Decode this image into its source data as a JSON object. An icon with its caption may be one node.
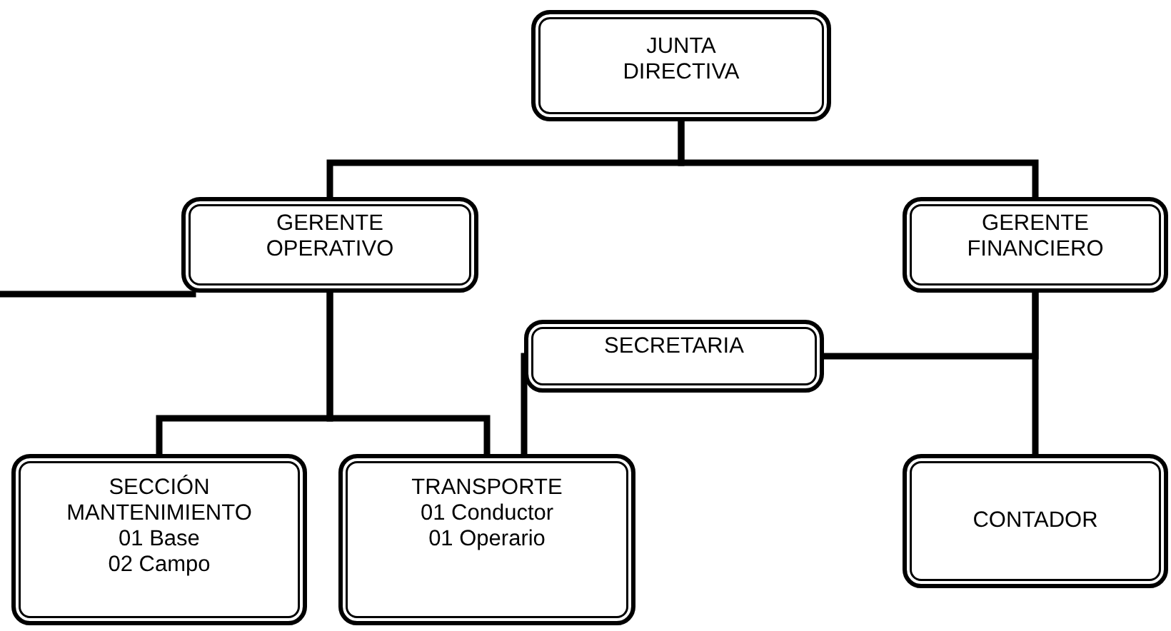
{
  "diagram": {
    "nodes": [
      {
        "text": [
          "JUNTA DIRECTIVA"
        ]
      },
      {
        "text": [
          "GERENTE OPERATIVO"
        ]
      },
      {
        "text": [
          "GERENTE FINANCIERO"
        ]
      },
      {
        "text": [
          "SECRETARIA"
        ]
      },
      {
        "text": [
          "SECCIÓN MANTENIMIENTO",
          "01 Base",
          "02 Campo"
        ]
      },
      {
        "text": [
          "TRANSPORTE",
          "01 Conductor",
          "01 Operario"
        ]
      },
      {
        "text": [
          "CONTADOR"
        ]
      }
    ],
    "edges": [
      {
        "from": 0,
        "to": 1,
        "arrow": "none"
      },
      {
        "from": 0,
        "to": 2,
        "arrow": "none"
      },
      {
        "from": 1,
        "to": 4,
        "arrow": "none"
      },
      {
        "from": 1,
        "to": 5,
        "arrow": "none"
      },
      {
        "from": 2,
        "to": 6,
        "arrow": "none"
      },
      {
        "from": 3,
        "to": 2,
        "arrow": "none"
      },
      {
        "from": 1,
        "to": null,
        "arrow": "none"
      },
      {
        "from": 3,
        "to": 5,
        "arrow": "none"
      }
    ]
  }
}
